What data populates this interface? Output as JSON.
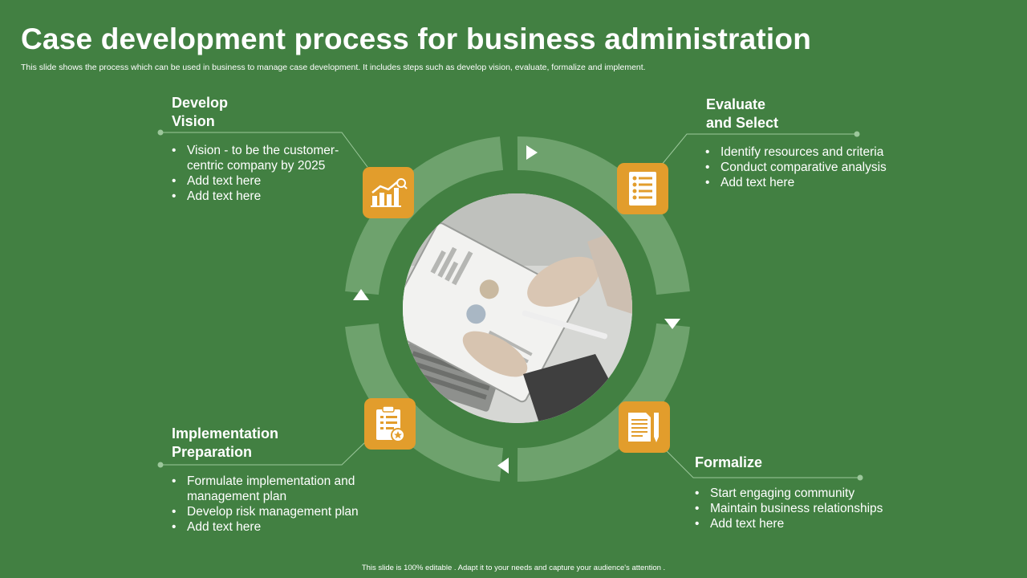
{
  "slide": {
    "title": "Case development process for business administration",
    "subtitle": "This slide shows the process which can be used in business to manage case development. It includes steps such as develop vision, evaluate, formalize and implement.",
    "footer": "This slide is 100% editable . Adapt it to your needs and capture your audience's attention ."
  },
  "colors": {
    "background": "#428042",
    "accent": "#e29d2c",
    "ring": "#6ea26d",
    "text": "#ffffff"
  },
  "steps": [
    {
      "heading": "Develop\nVision",
      "icon": "growth-chart-icon",
      "bullets": [
        "Vision -  to be the customer-centric company by 2025",
        "Add text here",
        "Add text here"
      ]
    },
    {
      "heading": "Evaluate\nand Select",
      "icon": "checklist-icon",
      "bullets": [
        "Identify  resources and criteria",
        "Conduct comparative analysis",
        "Add text here"
      ]
    },
    {
      "heading": "Formalize",
      "icon": "document-pencil-icon",
      "bullets": [
        "Start engaging community",
        "Maintain business relationships",
        "Add text here"
      ]
    },
    {
      "heading": "Implementation\nPreparation",
      "icon": "clipboard-star-icon",
      "bullets": [
        "Formulate implementation and management plan",
        "Develop risk management plan",
        "Add text here"
      ]
    }
  ]
}
